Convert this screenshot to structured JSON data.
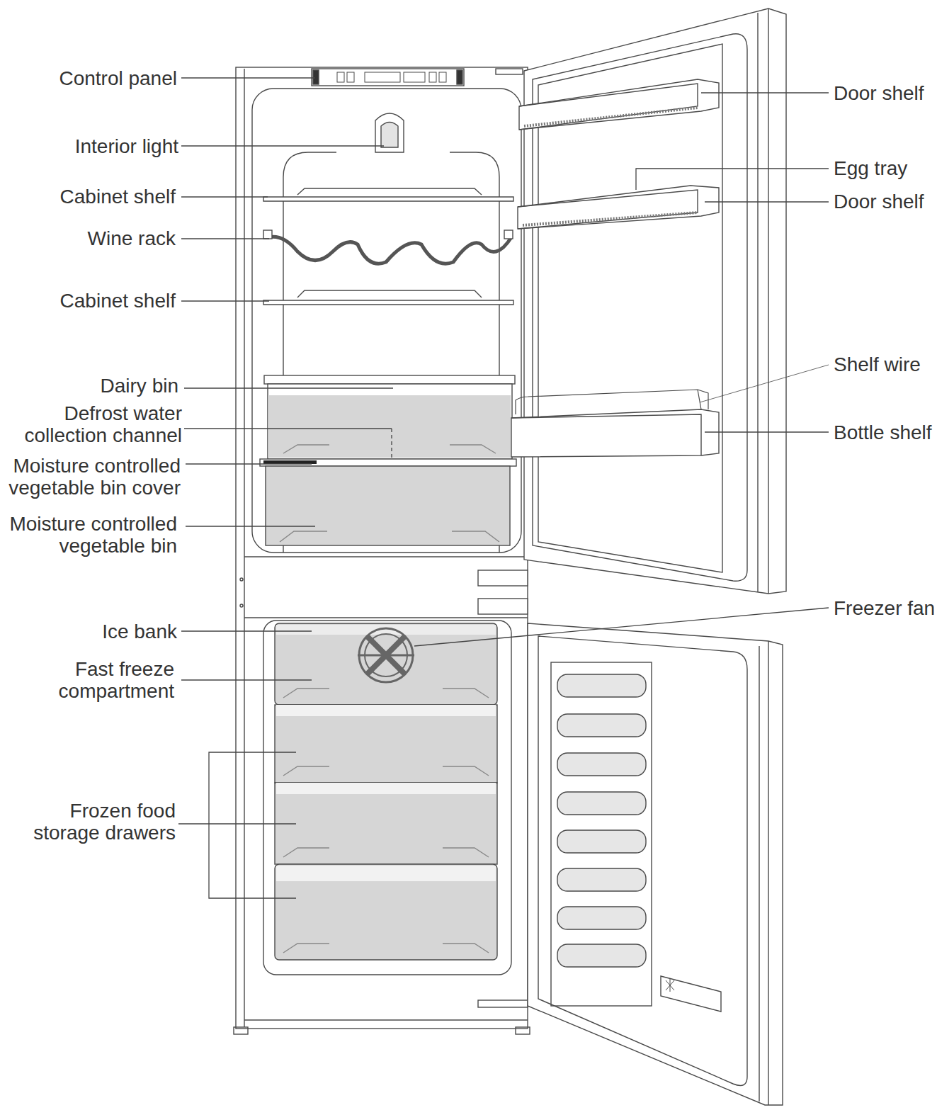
{
  "diagram": {
    "labels": [
      "Control panel",
      "Door shelf",
      "Interior light",
      "Egg tray",
      "Door shelf",
      "Cabinet shelf",
      "Wine rack",
      "Cabinet shelf",
      "Shelf wire",
      "Dairy bin",
      "Bottle shelf",
      "Defrost water collection channel",
      "Moisture controlled vegetable bin cover",
      "Moisture controlled vegetable bin",
      "Ice bank",
      "Freezer fan",
      "Fast freeze compartment",
      "Frozen food storage drawers"
    ]
  }
}
